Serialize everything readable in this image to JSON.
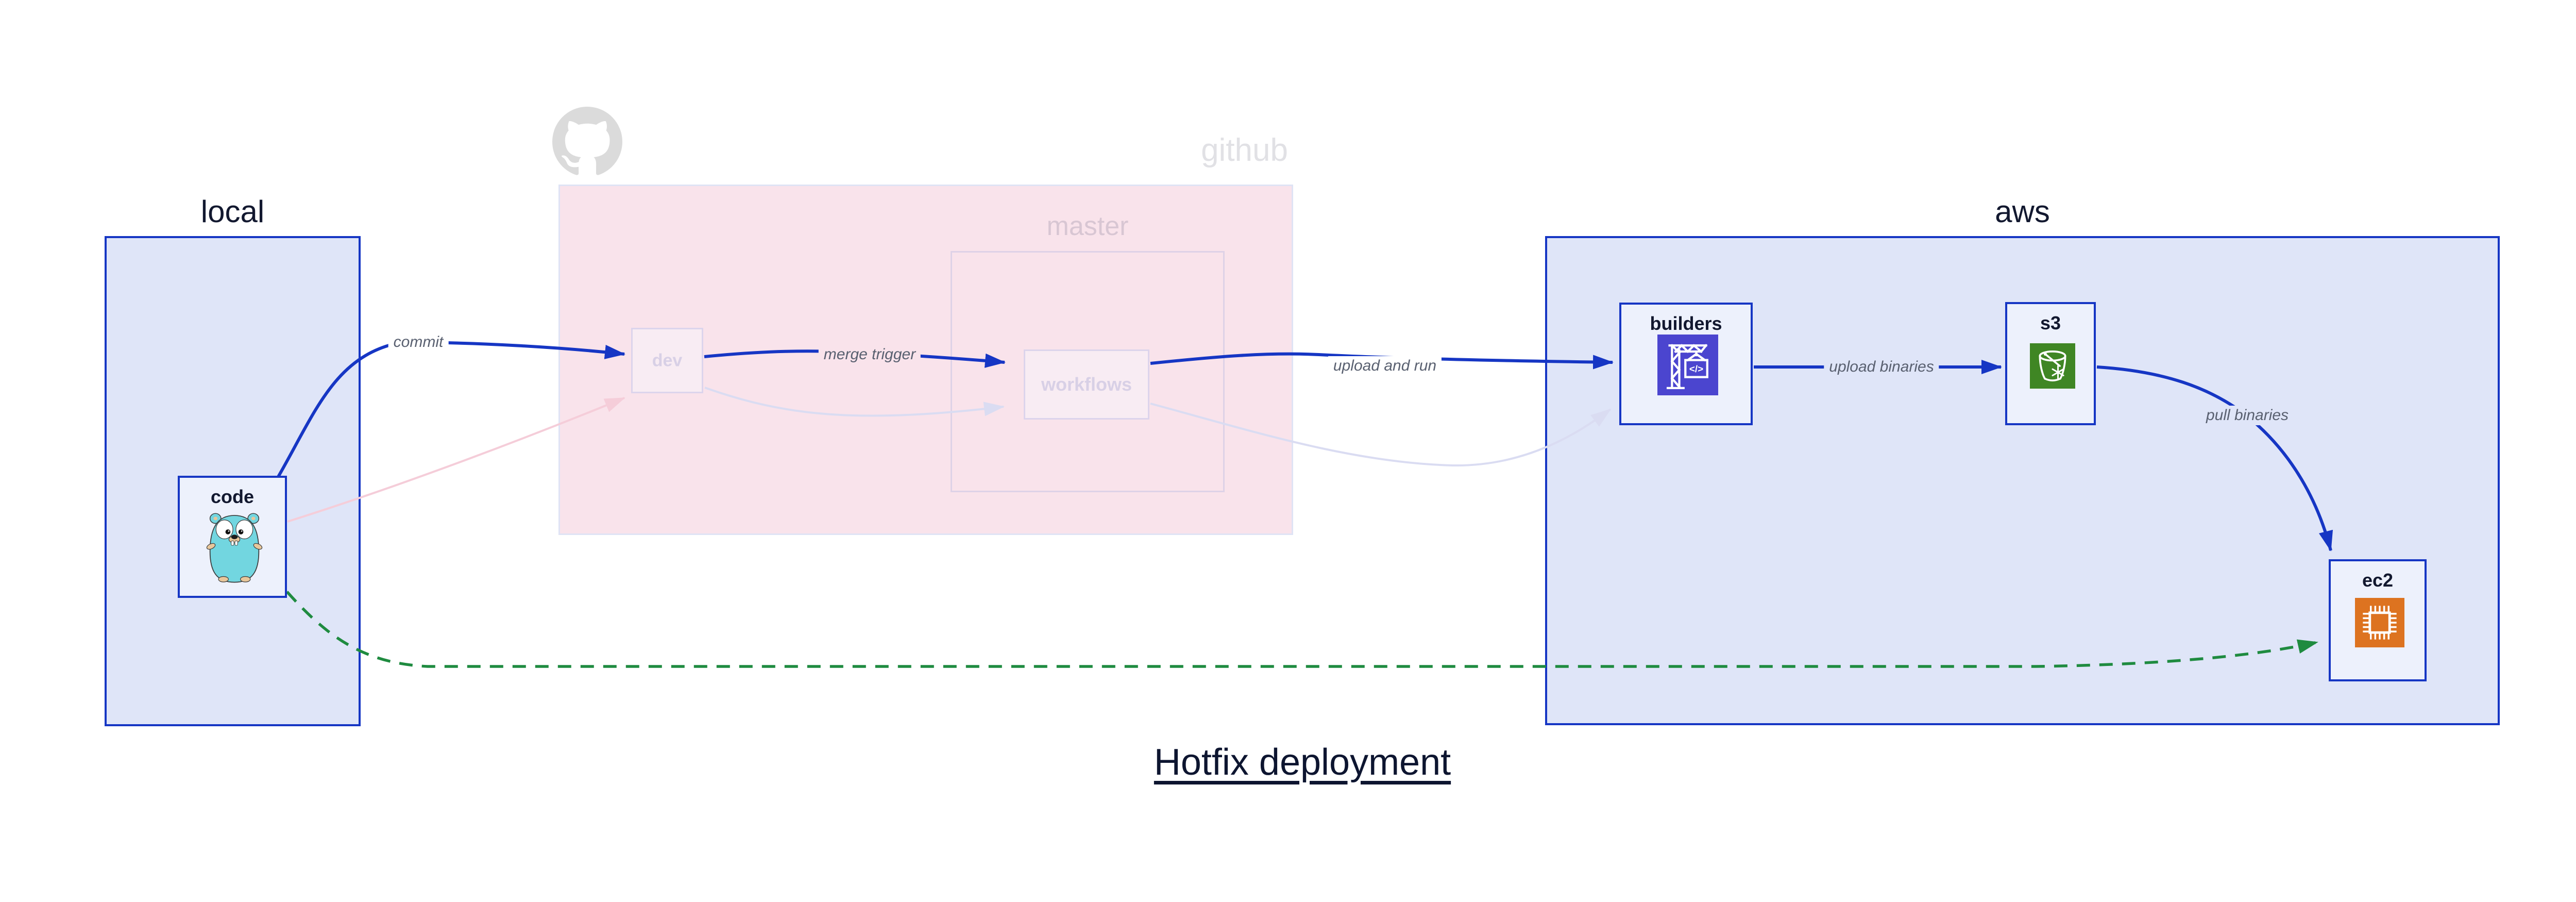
{
  "title": "Hotfix deployment",
  "clusters": {
    "local": {
      "label": "local"
    },
    "github": {
      "label": "github"
    },
    "master": {
      "label": "master"
    },
    "aws": {
      "label": "aws"
    }
  },
  "nodes": {
    "code": {
      "label": "code",
      "icon": "go-gopher-icon"
    },
    "dev": {
      "label": "dev"
    },
    "workflows": {
      "label": "workflows"
    },
    "builders": {
      "label": "builders",
      "icon": "aws-codebuild-icon",
      "icon_color": "#4b45cf"
    },
    "s3": {
      "label": "s3",
      "icon": "aws-s3-glacier-icon",
      "icon_color": "#3f8624"
    },
    "ec2": {
      "label": "ec2",
      "icon": "aws-ec2-icon",
      "icon_color": "#dd7320"
    }
  },
  "edges": {
    "commit": {
      "label": "commit",
      "style": "solid",
      "color": "#1636c4"
    },
    "merge_trigger": {
      "label": "merge trigger",
      "style": "solid",
      "color": "#1636c4"
    },
    "upload_and_run": {
      "label": "upload and run",
      "style": "solid",
      "color": "#1636c4"
    },
    "upload_binaries": {
      "label": "upload binaries",
      "style": "solid",
      "color": "#1636c4"
    },
    "pull_binaries": {
      "label": "pull binaries",
      "style": "solid",
      "color": "#1636c4"
    },
    "hotfix_pull": {
      "label": "",
      "style": "dashed",
      "color": "#1f8b40"
    }
  },
  "colors": {
    "edge_blue": "#1636c4",
    "edge_green_dashed": "#1f8b40",
    "ghost_edge_pink": "#f5cdd9",
    "ghost_edge_lavender": "#dadcf2",
    "cluster_fill": "#dfe5f8",
    "cluster_border": "#1636c4",
    "github_fill": "#f9e3eb",
    "node_fill": "#edf1fc",
    "dark_text": "#12182f",
    "edge_label_text": "#596070",
    "github_logo_gray": "#dbdbdb",
    "codebuild_purple": "#4b45cf",
    "s3_green": "#3f8624",
    "ec2_orange": "#dd7320"
  }
}
